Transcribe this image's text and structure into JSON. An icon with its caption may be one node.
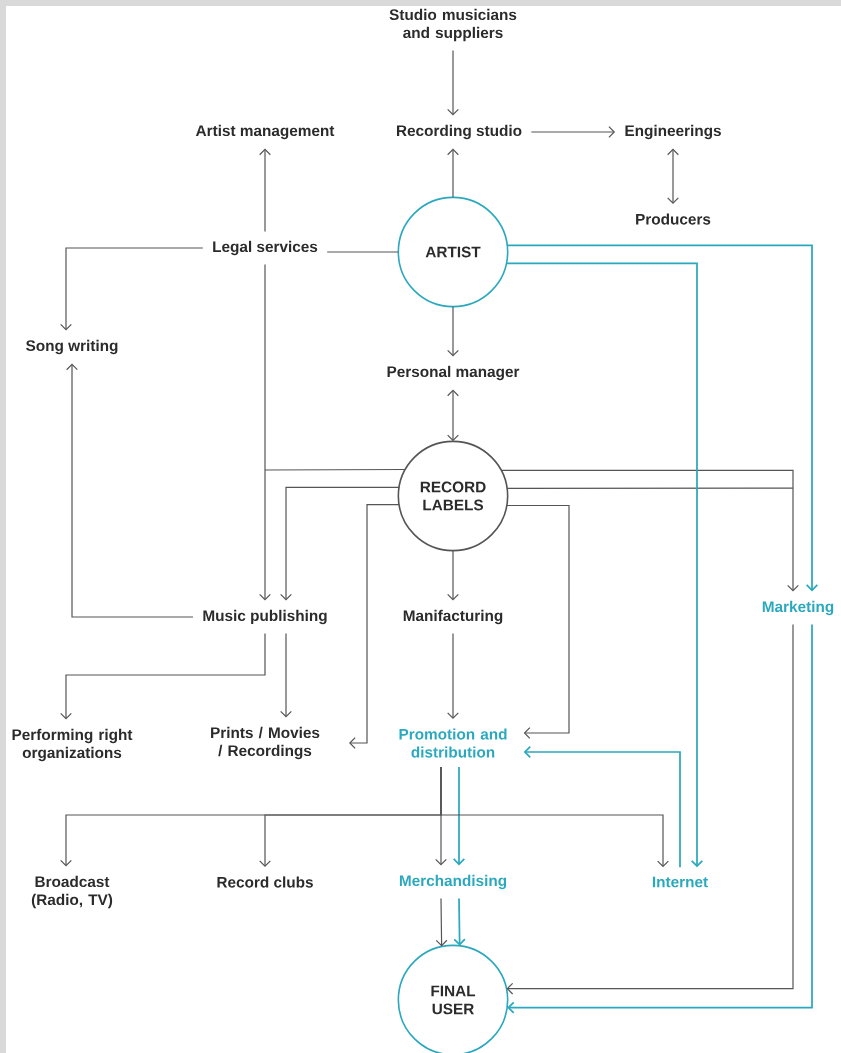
{
  "diagram": {
    "nodes": [
      {
        "text": [
          "Studio musicians and suppliers"
        ]
      },
      {
        "text": [
          "Artist management"
        ]
      },
      {
        "text": [
          "Recording studio"
        ]
      },
      {
        "text": [
          "Engineerings"
        ]
      },
      {
        "text": [
          "Producers"
        ]
      },
      {
        "text": [
          "Legal services"
        ]
      },
      {
        "text": [
          "ARTIST"
        ]
      },
      {
        "text": [
          "Song writing"
        ]
      },
      {
        "text": [
          "Personal manager"
        ]
      },
      {
        "text": [
          "RECORD LABELS"
        ]
      },
      {
        "text": [
          "Music publishing"
        ]
      },
      {
        "text": [
          "Manifacturing"
        ]
      },
      {
        "text": [
          "Marketing"
        ]
      },
      {
        "text": [
          "Performing right organizations"
        ]
      },
      {
        "text": [
          "Prints / Movies / Recordings"
        ]
      },
      {
        "text": [
          "Promotion and distribution"
        ]
      },
      {
        "text": [
          "Broadcast (Radio, TV)"
        ]
      },
      {
        "text": [
          "Record clubs"
        ]
      },
      {
        "text": [
          "Merchandising"
        ]
      },
      {
        "text": [
          "Internet"
        ]
      },
      {
        "text": [
          "FINAL USER"
        ]
      }
    ],
    "edges": [
      {
        "from": 0,
        "to": 2,
        "arrow": "to"
      },
      {
        "from": 2,
        "to": 3,
        "arrow": "to"
      },
      {
        "from": 3,
        "to": 4,
        "arrow": "both"
      },
      {
        "from": 6,
        "to": 2,
        "arrow": "to"
      },
      {
        "from": 5,
        "to": 1,
        "arrow": "to"
      },
      {
        "from": 5,
        "to": 6,
        "arrow": "none"
      },
      {
        "from": 5,
        "to": 7,
        "arrow": "to"
      },
      {
        "from": 10,
        "to": 7,
        "arrow": "to"
      },
      {
        "from": 6,
        "to": 8,
        "arrow": "to"
      },
      {
        "from": 8,
        "to": 9,
        "arrow": "both"
      },
      {
        "from": 5,
        "to": 10,
        "arrow": "to"
      },
      {
        "from": 9,
        "to": 10,
        "arrow": "to"
      },
      {
        "from": 9,
        "to": 11,
        "arrow": "to"
      },
      {
        "from": 9,
        "to": 14,
        "arrow": "to"
      },
      {
        "from": 9,
        "to": 15,
        "arrow": "to"
      },
      {
        "from": 11,
        "to": 15,
        "arrow": "to"
      },
      {
        "from": 9,
        "to": 12,
        "arrow": "to"
      },
      {
        "from": 6,
        "to": 12,
        "arrow": "to",
        "color": "#2aa8bd"
      },
      {
        "from": 6,
        "to": 19,
        "arrow": "to",
        "color": "#2aa8bd"
      },
      {
        "from": 19,
        "to": 15,
        "arrow": "to",
        "color": "#2aa8bd"
      },
      {
        "from": 10,
        "to": 13,
        "arrow": "to"
      },
      {
        "from": 10,
        "to": 14,
        "arrow": "to"
      },
      {
        "from": 15,
        "to": 18,
        "arrow": "to"
      },
      {
        "from": 15,
        "to": 18,
        "arrow": "to",
        "color": "#2aa8bd"
      },
      {
        "from": 18,
        "to": 20,
        "arrow": "to"
      },
      {
        "from": 18,
        "to": 20,
        "arrow": "to",
        "color": "#2aa8bd"
      },
      {
        "from": 12,
        "to": 20,
        "arrow": "to"
      },
      {
        "from": 12,
        "to": 20,
        "arrow": "to",
        "color": "#2aa8bd"
      },
      {
        "from": 15,
        "to": 16,
        "arrow": "to"
      },
      {
        "from": 15,
        "to": 17,
        "arrow": "to"
      },
      {
        "from": 15,
        "to": 19,
        "arrow": "to"
      }
    ]
  }
}
